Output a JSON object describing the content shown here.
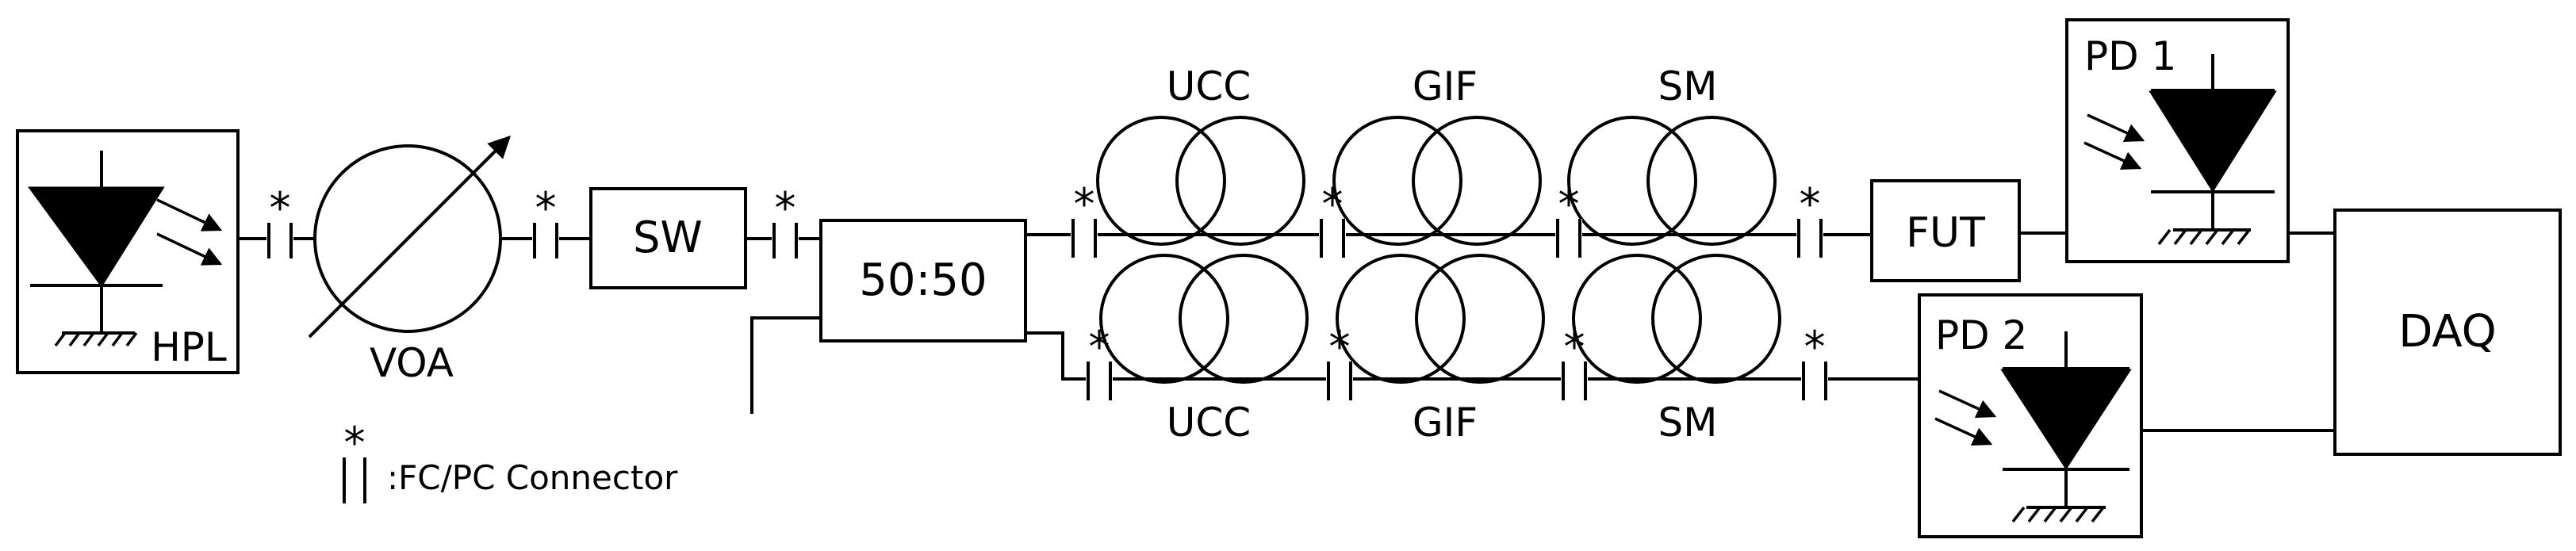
{
  "components": {
    "hpl": "HPL",
    "voa": "VOA",
    "sw": "SW",
    "coupler": "50:50",
    "fut": "FUT",
    "pd1": "PD 1",
    "pd2": "PD 2",
    "daq": "DAQ"
  },
  "upper_arm": [
    "UCC",
    "GIF",
    "SM"
  ],
  "lower_arm": [
    "UCC",
    "GIF",
    "SM"
  ],
  "connector_mark": "*",
  "legend": {
    "symbol": "*",
    "text": ":FC/PC Connector"
  },
  "icons": {
    "laser": "laser-diode-icon",
    "photodiode": "photodiode-icon",
    "attenuator": "variable-attenuator-icon",
    "fiber_coil": "fiber-coil-icon",
    "connector": "fc-pc-connector-icon",
    "ground": "ground-icon"
  }
}
